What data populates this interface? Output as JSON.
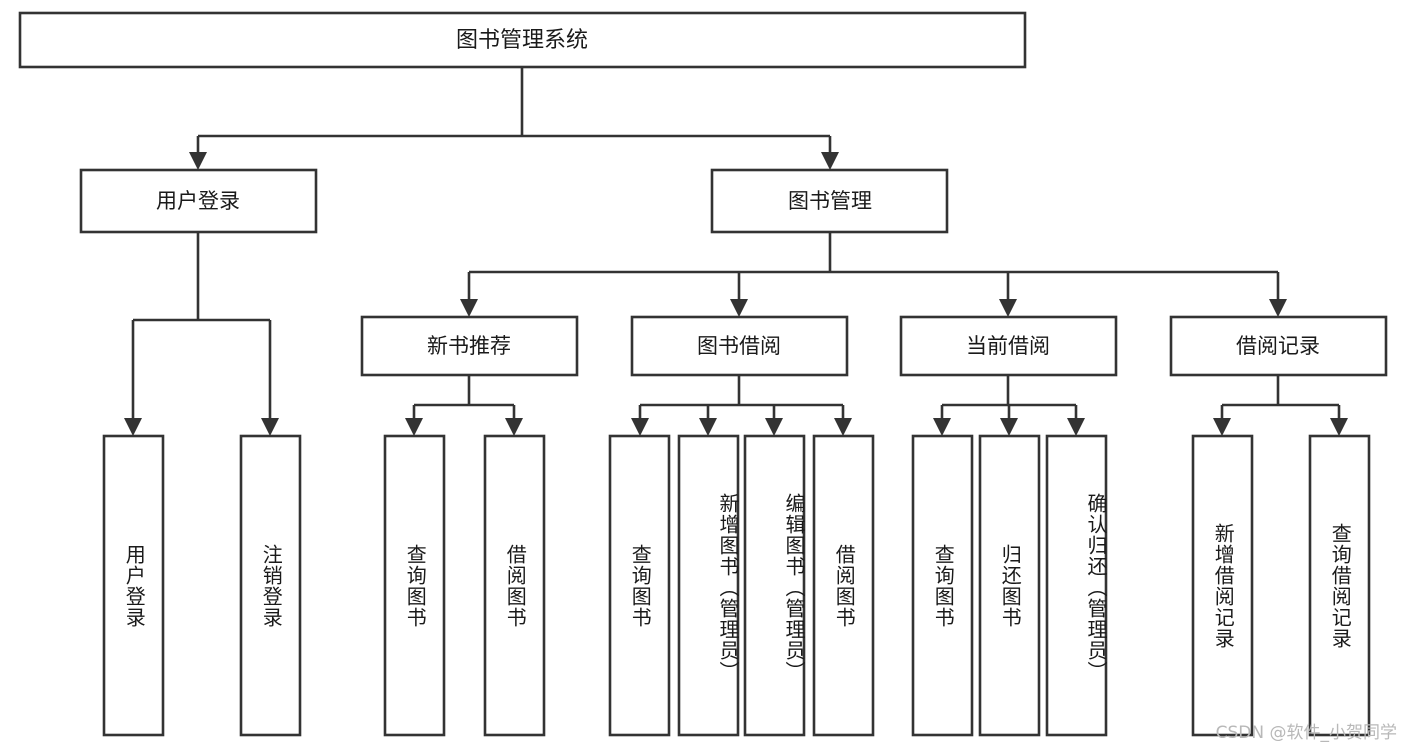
{
  "diagram": {
    "title": "图书管理系统",
    "type": "tree",
    "watermark": "CSDN @软件_小贺同学",
    "colors": {
      "box_stroke": "#333333",
      "box_fill": "#ffffff",
      "text": "#1a1a1a",
      "background": "#ffffff",
      "watermark": "#b8b8b8"
    },
    "root": {
      "label": "图书管理系统"
    },
    "level1": [
      {
        "label": "用户登录"
      },
      {
        "label": "图书管理"
      }
    ],
    "level2": [
      {
        "label": "新书推荐"
      },
      {
        "label": "图书借阅"
      },
      {
        "label": "当前借阅"
      },
      {
        "label": "借阅记录"
      }
    ],
    "leaves": {
      "user_login": [
        {
          "label": "用户登录"
        },
        {
          "label": "注销登录"
        }
      ],
      "new_book": [
        {
          "label": "查询图书"
        },
        {
          "label": "借阅图书"
        }
      ],
      "book_borrow": [
        {
          "label": "查询图书"
        },
        {
          "label": "新增图书（管理员）"
        },
        {
          "label": "编辑图书（管理员）"
        },
        {
          "label": "借阅图书"
        }
      ],
      "current_borrow": [
        {
          "label": "查询图书"
        },
        {
          "label": "归还图书"
        },
        {
          "label": "确认归还（管理员）"
        }
      ],
      "borrow_record": [
        {
          "label": "新增借阅记录"
        },
        {
          "label": "查询借阅记录"
        }
      ]
    }
  }
}
